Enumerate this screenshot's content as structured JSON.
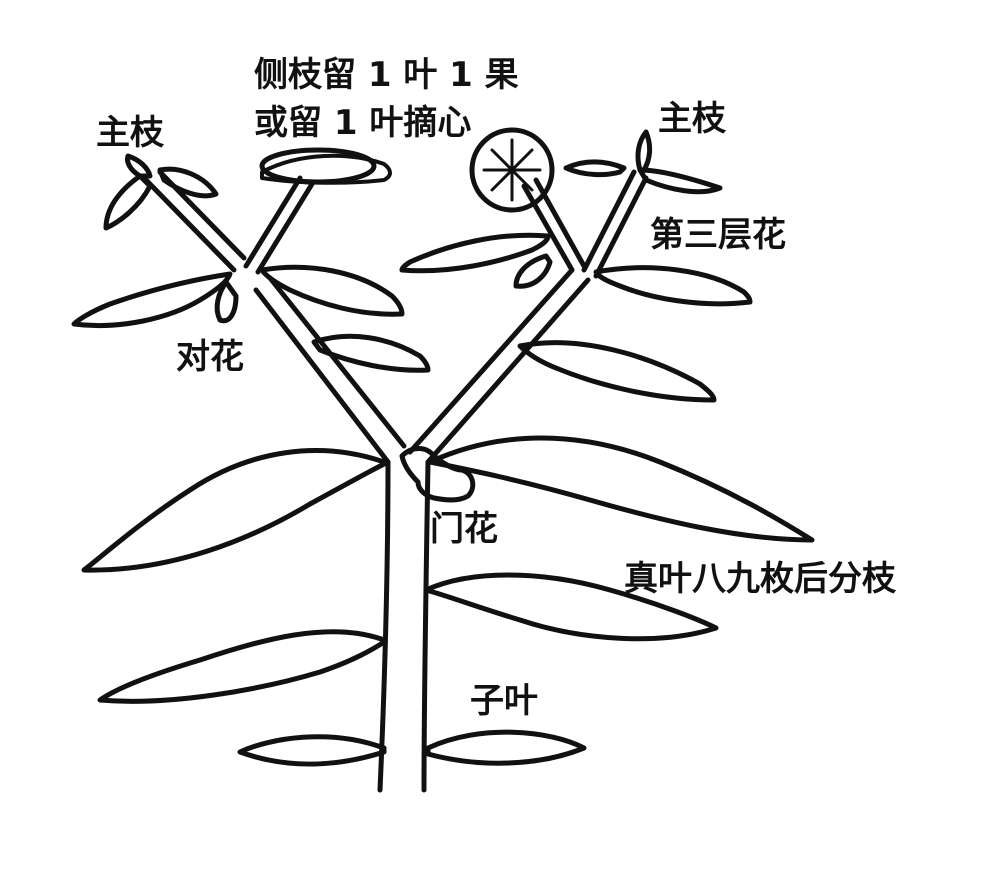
{
  "labels": {
    "main_branch_left": "主枝",
    "side_branch_line1": "侧枝留 1 叶 1 果",
    "side_branch_line2": "或留 1 叶摘心",
    "main_branch_right": "主枝",
    "third_layer_flower": "第三层花",
    "paired_flower": "对花",
    "gate_flower": "门花",
    "branching_note": "真叶八九枚后分枝",
    "cotyledon": "子叶"
  },
  "colors": {
    "ink": "#111111",
    "background": "#ffffff"
  }
}
